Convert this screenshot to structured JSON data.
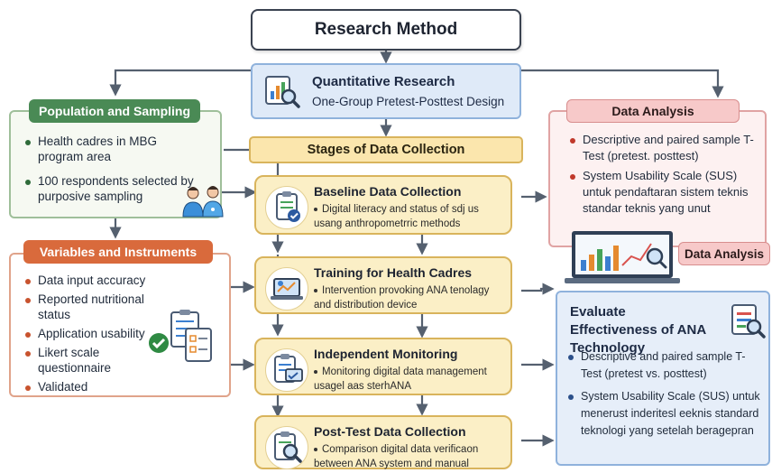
{
  "title": "Research Method",
  "quantitative": {
    "title": "Quantitative Research",
    "subtitle": "One-Group Pretest-Posttest Design"
  },
  "stages_header": "Stages of Data Collection",
  "population": {
    "title": "Population and Sampling",
    "items": [
      "Health cadres in MBG program area",
      "100 respondents selected by purposive sampling"
    ]
  },
  "variables": {
    "title": "Variables and Instruments",
    "items": [
      "Data input accuracy",
      "Reported nutritional status",
      "Application usability",
      "Likert scale questionnaire",
      "Validated"
    ]
  },
  "stages": [
    {
      "title": "Baseline Data Collection",
      "desc": "Digital literacy and status of sdj us usang anthropometrric methods"
    },
    {
      "title": "Training for Health Cadres",
      "desc": "Intervention provoking ANA tenolagy and distribution device"
    },
    {
      "title": "Independent Monitoring",
      "desc": "Monitoring digital data management usagel aas sterhANA"
    },
    {
      "title": "Post-Test Data Collection",
      "desc": "Comparison digital data verificaon between ANA system and manual"
    }
  ],
  "data_analysis": {
    "title": "Data Analysis",
    "items": [
      "Descriptive and paired sample T-Test (pretest. posttest)",
      "System Usability Scale (SUS) untuk pendaftaran sistem teknis standar teknis yang unut"
    ],
    "badge": "Data Analysis"
  },
  "evaluate": {
    "title": "Evaluate Effectiveness of ANA Technology",
    "items": [
      "Descriptive and paired sample T-Test (pretest vs. posttest)",
      "System Usability Scale (SUS) untuk menerust inderitesl eeknis standard teknologi yang setelah beragepran"
    ]
  },
  "icons": {
    "quantitative": "magnifier-chart-icon",
    "people": "health-workers-icon",
    "clipboard": "clipboard-check-icon",
    "laptop": "laptop-chart-icon",
    "monitor": "clipboard-monitor-icon",
    "posttest": "clipboard-magnifier-icon",
    "questionnaire": "checklist-icon"
  },
  "colors": {
    "green": "#4a8a55",
    "orange": "#d96a3c",
    "gold": "#fbefc6",
    "blue": "#dfeaf8",
    "pink": "#f7c9c9"
  }
}
